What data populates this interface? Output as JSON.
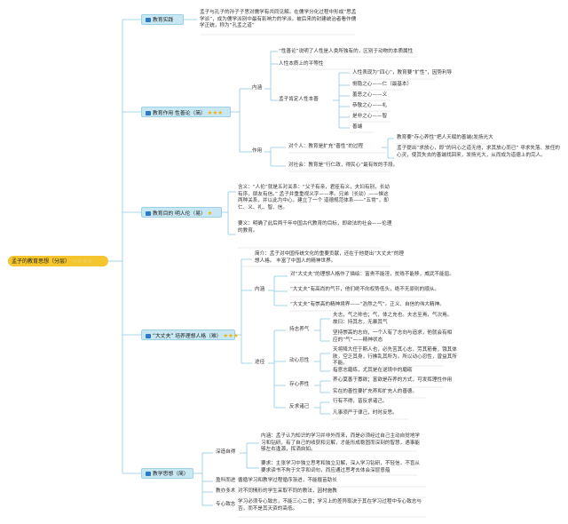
{
  "root": {
    "label": "孟子的教育思想（分层）",
    "stars": "☆☆☆☆"
  },
  "b1": {
    "label": "教育实践",
    "text": "孟子与孔子的孙子子思对儒学有共同见解。在儒学分化过程中形成“思孟学派”，成为儒学派别中最有影响力的学派。被后来的封建统治者看作儒学正统，称为“孔孟之道”"
  },
  "b2": {
    "label": "教育作用 性善论（简）",
    "stars": "★★★",
    "l1": "“性善论”说明了人性是人类所独有的，区别于动物的本质属性",
    "l2": "人性本质上的平等性",
    "neirong": "内涵",
    "sub": "孟子肯定人性本善",
    "s1": "人性表现为“四心”，教育要“扩性”，因势利导",
    "s2": "恻隐之心——仁（最基本）",
    "s3": "羞恶之心——义",
    "s4": "恭敬之心——礼",
    "s5": "是非之心——智",
    "s6": "善端",
    "zuoyong": "作用",
    "ger": "对个人：教育是扩充“善性”的过程",
    "g1": "教育要“存心养性”把人天赋的善端(发扬光大",
    "g2": "孟子提出“求放心，即”的问心之道无他，求其放心而已” 寻求失落、放任的心灵，使其失去的善端找回来，发扬光大，从而成为道德上的完人。",
    "shehui": "对社会：教育是“行仁政，得民心”最有效的手段。"
  },
  "b3": {
    "label": "教育目的 明人伦（易）",
    "stars": "★",
    "text1": "含义：“人伦”就是五对关系：“父子有亲，君臣有义，夫妇有别，长幼有序，朋友有信。”          孟子并重重视义字——孝。兄弟（长幼）——悌这两种关系，并以此为中心，建立了一个          道德规范体系——“五常”，即仁、义、礼、智、信。",
    "text2": "要义：明确了此后两千年中国古代教育的目标，即欲法的社会——伦理的教育。"
  },
  "b4": {
    "label": "“大丈夫” 培养理想人格（难）",
    "stars": "★★★",
    "jianjie": "简介：孟子对中国传统文化的重要贡献，还在于他提出“大丈夫”的理想人格。          丰富了中国人的精神世界。",
    "neihan": "内涵",
    "n1": "对“大丈夫”的理想人格作了描绘：富贵不能淫，贫贱不能移，威武不能屈。",
    "n2": "“大丈夫”有高尚的气节，他们绝不向权势低头，绝不无原则的顺从。",
    "n3": "“大丈夫”有崇高的精神境界——“浩然之气”。正义、自信的伟大精神。",
    "tujing": "途径",
    "chiz": "持志养气",
    "c1": "夫志，气之帅也；气，体之充也。夫志至焉，气次焉。故曰：持其志，无暴其气",
    "c2": "坚持崇高的志向，一个人有了志向与追求，他就会有相应的“气”——精神状态",
    "dong": "动心忍性",
    "d1": "天将降大任于斯人也，必先苦其心志，劳其筋骨，饿其体肤，空乏其身，行拂乱其所为。所以动心忍性，曾益其所不能。",
    "d2": "指意志磨练，尤其是在逆境中的磨砺",
    "cunx": "存心养性",
    "x1": "养心莫善于寡欲；富欲是存养的方式，可发挥理性作用",
    "x2": "实在的善性要扩充养和扩充人的善德。",
    "fanq": "反求诸己",
    "f1": "行有不得，皆反求诸己。",
    "f2": "凡事须严于律己，时时反思。"
  },
  "b5": {
    "label": "教学思想（简）",
    "shenz": "深造自得",
    "s1": "内涵：孟子认为知识的学习并非外而来，而是必须经过自己主动自觉地学习和钻研，有了自己的收获和见解，才能形成稳固而深刻的智慧，遇事能够左右逢源，挥洒自如。",
    "s2": "要求：主张学习中独立思考和独立见解，深入学习钻研，不轻信，不盲从         要求读书不拘于文字和词句，而应通过思考去体会深层意蕴",
    "yingk": "盈科而进",
    "yk": "循循学习和教学过程循序渐进，不能揠苗助长",
    "jiaoy": "教亦多术",
    "jy": "对不同情形的学生采取不同的教法，因材施教",
    "zhuanx": "专心致志",
    "zx": "学习必须专心致志，不能三心二意；学习上的差异取决于其在学习过程中专心致志与否，而不是其天资的高低。"
  }
}
